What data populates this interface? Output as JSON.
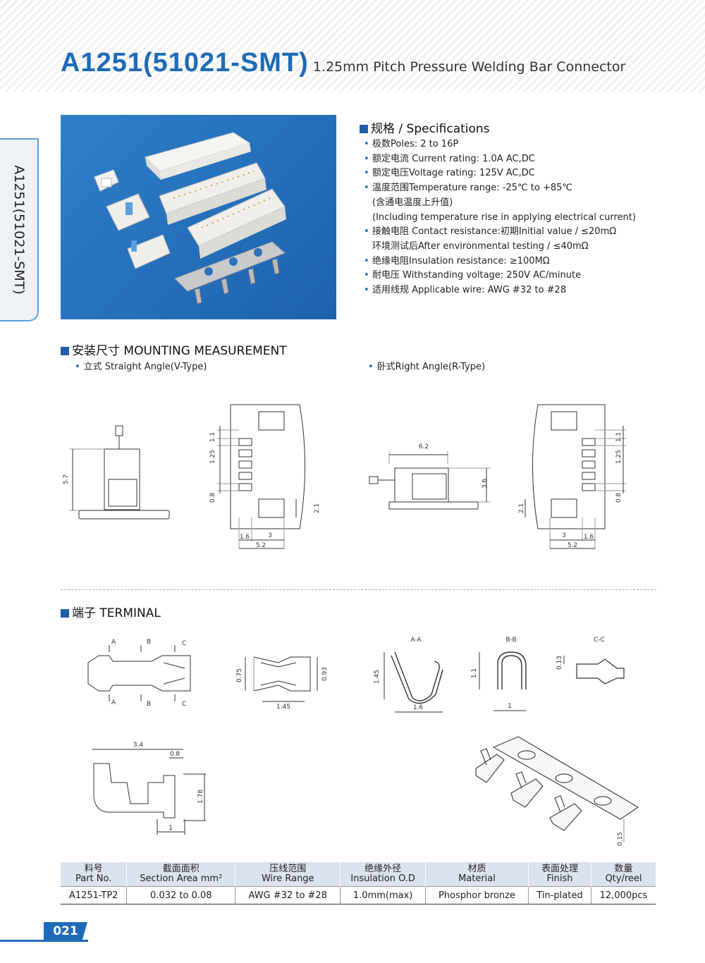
{
  "header": {
    "model": "A1251(51021-SMT)",
    "title": "1.25mm Pitch Pressure Welding Bar Connector"
  },
  "side_tab": {
    "label": "A1251(51021-SMT)"
  },
  "specs": {
    "heading": "规格 / Specifications",
    "items": [
      "极数Poles: 2 to 16P",
      "额定电流 Current rating: 1.0A AC,DC",
      "额定电压Voltage rating: 125V AC,DC",
      "温度范围Temperature range: -25℃ to +85℃",
      "(含通电温度上升值)",
      "(Including temperature rise in applying electrical current)",
      "接触电阻 Contact resistance:初期Initial value / ≤20mΩ",
      "环境测试后After environmental testing / ≤40mΩ",
      "绝缘电阻Insulation resistance: ≥100MΩ",
      "耐电压 Withstanding voltage: 250V AC/minute",
      "适用线规 Applicable wire: AWG #32 to #28"
    ]
  },
  "mounting": {
    "heading": "安装尺寸 MOUNTING MEASUREMENT",
    "straight": "立式 Straight Angle(V-Type)",
    "right": "卧式Right Angle(R-Type)",
    "dims": {
      "h57": "5.7",
      "d11": "1.1",
      "d125": "1.25",
      "d08": "0.8",
      "d21": "2.1",
      "d16": "1.6",
      "d3": "3",
      "d52": "5.2",
      "d62": "6.2",
      "d36": "3.6"
    }
  },
  "terminal": {
    "heading": "端子 TERMINAL",
    "labels": {
      "a": "A",
      "b": "B",
      "c": "C",
      "aa": "A-A",
      "bb": "B-B",
      "cc": "C-C"
    },
    "dims": {
      "d075": "0.75",
      "d093": "0.93",
      "d145": "1.45",
      "d145b": "1.45",
      "d16": "1.6",
      "d11": "1.1",
      "d1": "1",
      "d013": "0.13",
      "d34": "3.4",
      "d08": "0.8",
      "d178": "1.78",
      "d1b": "1",
      "d015": "0.15"
    }
  },
  "table": {
    "headers": [
      {
        "cn": "料号",
        "en": "Part No."
      },
      {
        "cn": "截面面积",
        "en": "Section Area mm²"
      },
      {
        "cn": "压线范围",
        "en": "Wire Range"
      },
      {
        "cn": "绝缘外径",
        "en": "Insulation O.D"
      },
      {
        "cn": "材质",
        "en": "Material"
      },
      {
        "cn": "表面处理",
        "en": "Finish"
      },
      {
        "cn": "数量",
        "en": "Qty/reel"
      }
    ],
    "row": [
      "A1251-TP2",
      "0.032 to 0.08",
      "AWG #32 to #28",
      "1.0mm(max)",
      "Phosphor bronze",
      "Tin-plated",
      "12,000pcs"
    ]
  },
  "page_number": "021"
}
